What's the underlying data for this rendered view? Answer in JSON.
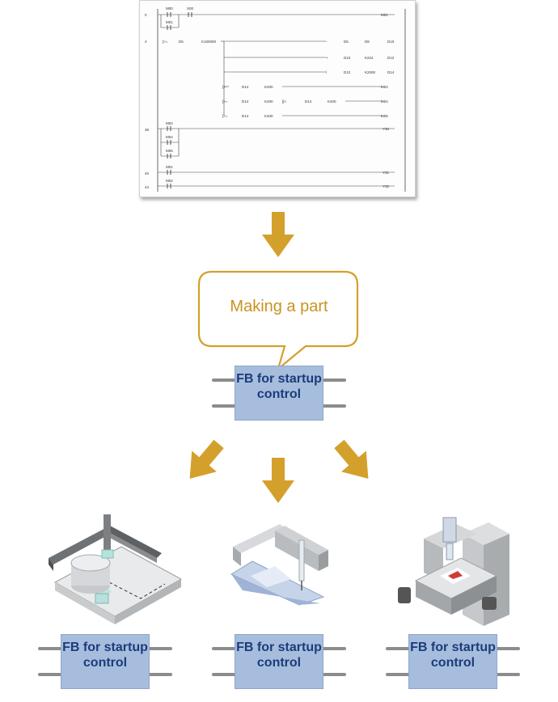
{
  "ladder": {
    "rungs": [
      {
        "step": "0",
        "contacts": [
          "M00",
          "X00",
          "M01"
        ],
        "coil": "M01"
      },
      {
        "step": "4",
        "compare": [
          "D5",
          "K100000"
        ],
        "operations": [
          {
            "op": "-",
            "args": [
              "D5",
              "D8",
              "D10"
            ]
          },
          {
            "op": "+",
            "args": [
              "D10",
              "K224",
              "D12"
            ]
          },
          {
            "op": "/",
            "args": [
              "D12",
              "K2000",
              "D14"
            ]
          }
        ],
        "comparisons": [
          {
            "args": [
              "D14",
              "K200"
            ],
            "coil": "M02"
          },
          {
            "args": [
              "D14",
              "K200",
              "D14",
              "K400"
            ],
            "coil": "M04"
          },
          {
            "args": [
              "D14",
              "K400"
            ],
            "coil": "M05"
          }
        ]
      },
      {
        "step": "38",
        "contacts": [
          "M02",
          "M04",
          "M05"
        ],
        "coil": "Y30"
      },
      {
        "step": "40",
        "contacts": [
          "M01"
        ],
        "coil": "Y31"
      },
      {
        "step": "44",
        "contacts": [
          "M02"
        ],
        "coil": "Y32"
      }
    ]
  },
  "callout": {
    "text": "Making a part"
  },
  "fb_top": {
    "label": "FB for startup control"
  },
  "fb_bottom": [
    {
      "label": "FB for startup control"
    },
    {
      "label": "FB for startup control"
    },
    {
      "label": "FB for startup control"
    }
  ],
  "colors": {
    "arrow": "#d4a02c",
    "fb_fill": "#a7bddd",
    "fb_text": "#1c3b7c",
    "callout_border": "#d4a02c",
    "callout_text": "#c99320"
  },
  "icons": [
    "xy-gantry-machine-icon",
    "cutting-plotter-icon",
    "milling-machine-icon"
  ]
}
